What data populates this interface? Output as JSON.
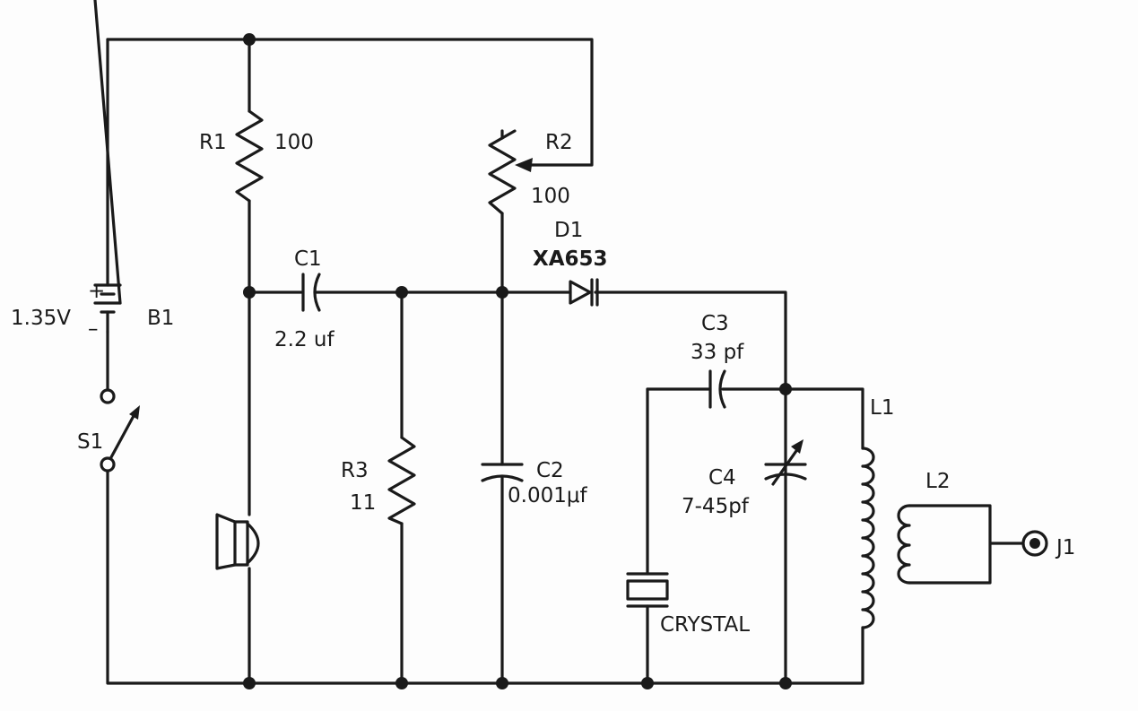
{
  "labels": {
    "r1_ref": "R1",
    "r1_val": "100",
    "r2_ref": "R2",
    "r2_val": "100",
    "d1_ref": "D1",
    "d1_part": "XA653",
    "c1_ref": "C1",
    "c1_val": "2.2 uf",
    "b1_volt": "1.35V",
    "b1_ref": "B1",
    "s1_ref": "S1",
    "r3_ref": "R3",
    "r3_val": "11",
    "c2_ref": "C2",
    "c2_val": "0.001μf",
    "c3_ref": "C3",
    "c3_val": "33 pf",
    "c4_ref": "C4",
    "c4_val": "7-45pf",
    "crystal": "CRYSTAL",
    "l1_ref": "L1",
    "l2_ref": "L2",
    "j1_ref": "J1",
    "plus": "+",
    "minus": "–"
  }
}
